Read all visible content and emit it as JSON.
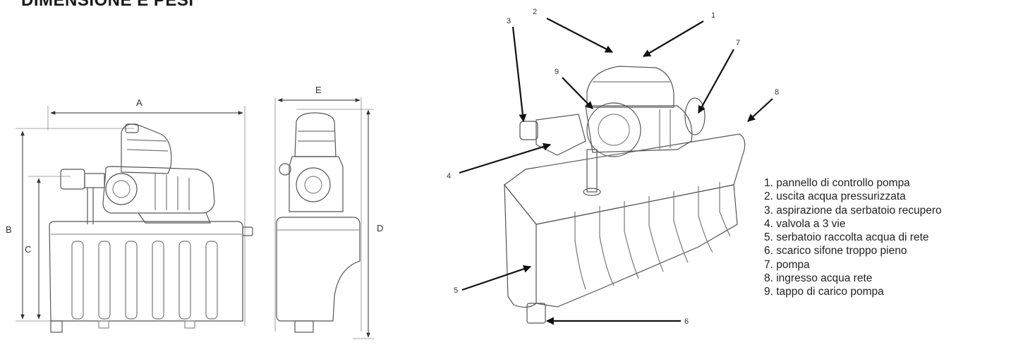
{
  "title": "DIMENSIONE E PESI",
  "dimensions": {
    "a": "A",
    "b": "B",
    "c": "C",
    "d": "D",
    "e": "E"
  },
  "callouts": [
    "1",
    "2",
    "3",
    "4",
    "5",
    "6",
    "7",
    "8",
    "9"
  ],
  "legend": [
    "1. pannello di controllo pompa",
    "2. uscita acqua pressurizzata",
    "3. aspirazione da serbatoio recupero",
    "4. valvola a 3 vie",
    "5. serbatoio raccolta acqua di rete",
    "6. scarico sifone troppo pieno",
    "7. pompa",
    "8. ingresso acqua rete",
    "9. tappo di carico pompa"
  ]
}
